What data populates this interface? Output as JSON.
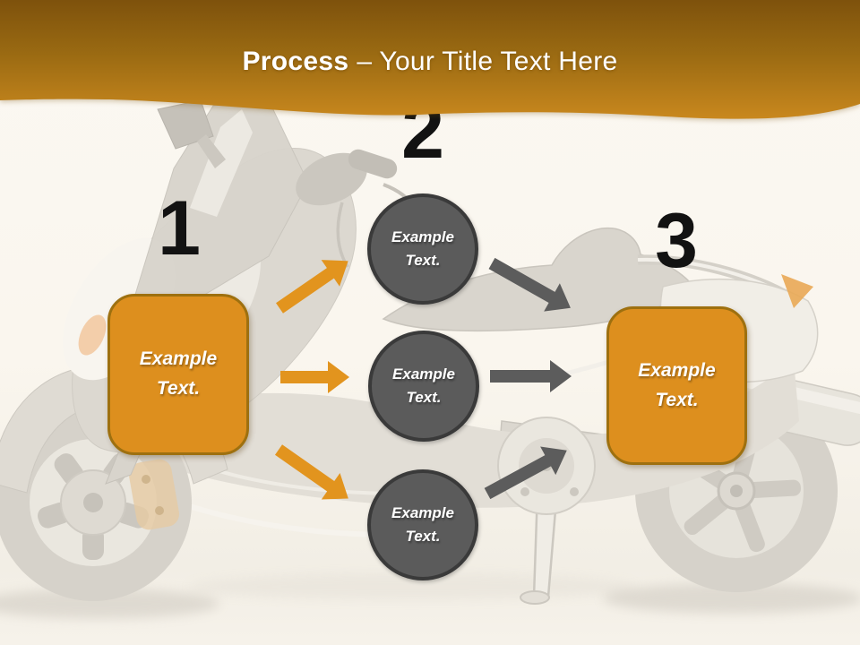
{
  "header": {
    "title_bold": "Process",
    "title_rest": "– Your Title Text Here"
  },
  "diagram": {
    "step1": {
      "number": "1",
      "box_label": "Example Text."
    },
    "step2": {
      "number": "2",
      "circles": [
        {
          "label": "Example Text."
        },
        {
          "label": "Example Text."
        },
        {
          "label": "Example Text."
        }
      ]
    },
    "step3": {
      "number": "3",
      "box_label": "Example Text."
    }
  },
  "background": {
    "illustration": "faded-scooter-side-view"
  },
  "colors": {
    "header_gradient_top": "#7E520C",
    "header_gradient_bottom": "#C9881E",
    "box_fill": "#DD8F1E",
    "box_border": "#9E700F",
    "circle_fill": "#5B5B5B",
    "circle_border": "#3A3A3A",
    "arrow_orange": "#E2941E",
    "arrow_gray": "#5C5C5C",
    "number_color": "#121212",
    "title_color": "#FFFFFF",
    "background_cream": "#FAF6EE"
  }
}
